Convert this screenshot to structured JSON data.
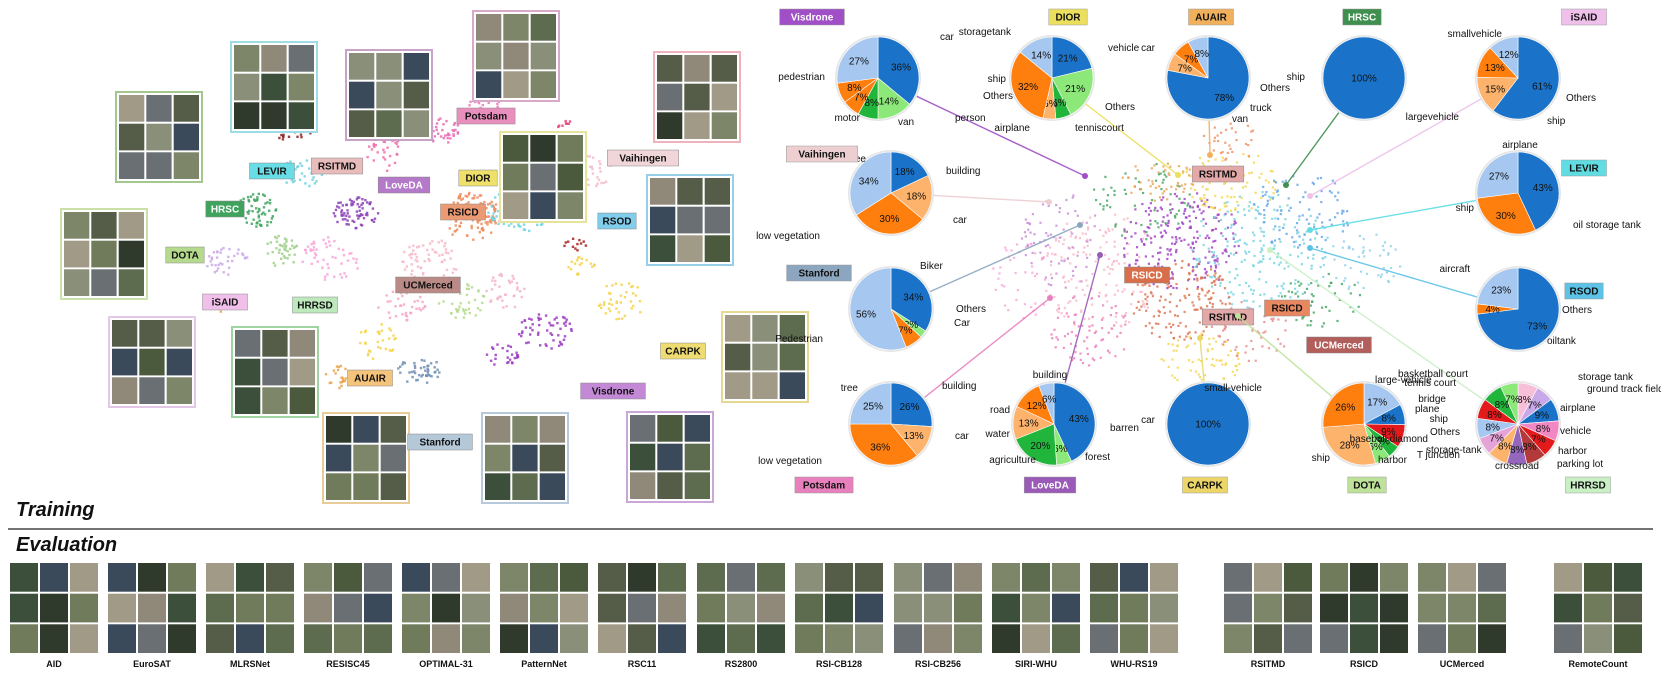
{
  "sections": {
    "training": "Training",
    "evaluation": "Evaluation"
  },
  "tsne_labels": [
    {
      "text": "Potsdam",
      "color": "#e88fbd"
    },
    {
      "text": "RSITMD",
      "color": "#e9bcbc"
    },
    {
      "text": "LEVIR",
      "color": "#69dde6"
    },
    {
      "text": "LoveDA",
      "color": "#b479c9"
    },
    {
      "text": "DIOR",
      "color": "#eee06a"
    },
    {
      "text": "Vaihingen",
      "color": "#f0d6d8"
    },
    {
      "text": "HRSC",
      "color": "#3fa35e"
    },
    {
      "text": "RSICD",
      "color": "#ec9a73"
    },
    {
      "text": "RSOD",
      "color": "#80cdec"
    },
    {
      "text": "DOTA",
      "color": "#b5da8d"
    },
    {
      "text": "UCMerced",
      "color": "#b98a86"
    },
    {
      "text": "iSAID",
      "color": "#f1c0ea"
    },
    {
      "text": "HRRSD",
      "color": "#bde9bd"
    },
    {
      "text": "CARPK",
      "color": "#eedc72"
    },
    {
      "text": "AUAIR",
      "color": "#f4c37c"
    },
    {
      "text": "Visdrone",
      "color": "#c489d6"
    },
    {
      "text": "Stanford",
      "color": "#b4c8d8"
    }
  ],
  "center_labels": [
    {
      "text": "RSITMD",
      "color": "#e3a9a8"
    },
    {
      "text": "RSICD",
      "color": "#d96f4a"
    },
    {
      "text": "RSITMD",
      "color": "#e3a9a8"
    },
    {
      "text": "RSICD",
      "color": "#e98860"
    },
    {
      "text": "UCMerced",
      "color": "#b25e5a"
    }
  ],
  "chart_data": [
    {
      "type": "pie",
      "title": "Visdrone",
      "title_color": "#a04fc6",
      "slices": [
        {
          "label": "car",
          "value": 36
        },
        {
          "label": "Others",
          "value": 14
        },
        {
          "label": "person",
          "value": 8
        },
        {
          "label": "van",
          "value": 7
        },
        {
          "label": "motor",
          "value": 8
        },
        {
          "label": "pedestrian",
          "value": 27
        }
      ]
    },
    {
      "type": "pie",
      "title": "DIOR",
      "title_color": "#ecdf5e",
      "slices": [
        {
          "label": "vehicle",
          "value": 21
        },
        {
          "label": "Others",
          "value": 21
        },
        {
          "label": "tenniscourt",
          "value": 6
        },
        {
          "label": "airplane",
          "value": 5
        },
        {
          "label": "ship",
          "value": 32
        },
        {
          "label": "storagetank",
          "value": 14
        }
      ]
    },
    {
      "type": "pie",
      "title": "AUAIR",
      "title_color": "#f1b15c",
      "slices": [
        {
          "label": "car",
          "value": 78
        },
        {
          "label": "Others",
          "value": 7
        },
        {
          "label": "truck",
          "value": 7
        },
        {
          "label": "van",
          "value": 8
        }
      ]
    },
    {
      "type": "pie",
      "title": "HRSC",
      "title_color": "#3f8f4f",
      "slices": [
        {
          "label": "ship",
          "value": 100
        }
      ]
    },
    {
      "type": "pie",
      "title": "iSAID",
      "title_color": "#eec0ea",
      "slices": [
        {
          "label": "smallvehicle",
          "value": 61
        },
        {
          "label": "Others",
          "value": 15
        },
        {
          "label": "ship",
          "value": 13
        },
        {
          "label": "largevehicle",
          "value": 12
        }
      ]
    },
    {
      "type": "pie",
      "title": "Vaihingen",
      "title_color": "#edcfd2",
      "slices": [
        {
          "label": "building",
          "value": 18
        },
        {
          "label": "car",
          "value": 18
        },
        {
          "label": "low vegetation",
          "value": 30
        },
        {
          "label": "tree",
          "value": 34
        }
      ]
    },
    {
      "type": "pie",
      "title": "LEVIR",
      "title_color": "#5fdde3",
      "slices": [
        {
          "label": "airplane",
          "value": 43
        },
        {
          "label": "oil storage tank",
          "value": 30
        },
        {
          "label": "ship",
          "value": 27
        }
      ]
    },
    {
      "type": "pie",
      "title": "Stanford",
      "title_color": "#8da6c0",
      "slices": [
        {
          "label": "Biker",
          "value": 34
        },
        {
          "label": "Others",
          "value": 3
        },
        {
          "label": "Car",
          "value": 7
        },
        {
          "label": "Pedestrian",
          "value": 56
        }
      ]
    },
    {
      "type": "pie",
      "title": "RSOD",
      "title_color": "#5cc3e6",
      "slices": [
        {
          "label": "aircraft",
          "value": 73
        },
        {
          "label": "Others",
          "value": 4
        },
        {
          "label": "oiltank",
          "value": 23
        }
      ]
    },
    {
      "type": "pie",
      "title": "Potsdam",
      "title_color": "#e880bd",
      "slices": [
        {
          "label": "building",
          "value": 26
        },
        {
          "label": "car",
          "value": 13
        },
        {
          "label": "low vegetation",
          "value": 36
        },
        {
          "label": "tree",
          "value": 25
        }
      ]
    },
    {
      "type": "pie",
      "title": "LoveDA",
      "title_color": "#9a5bb8",
      "slices": [
        {
          "label": "building",
          "value": 43
        },
        {
          "label": "barren",
          "value": 6
        },
        {
          "label": "forest",
          "value": 20
        },
        {
          "label": "agriculture",
          "value": 13
        },
        {
          "label": "water",
          "value": 12
        },
        {
          "label": "road",
          "value": 6
        }
      ]
    },
    {
      "type": "pie",
      "title": "CARPK",
      "title_color": "#ecd66a",
      "slices": [
        {
          "label": "car",
          "value": 100
        }
      ]
    },
    {
      "type": "pie",
      "title": "DOTA",
      "title_color": "#bfe29a",
      "slices": [
        {
          "label": "large-vehicle",
          "value": 17
        },
        {
          "label": "plane",
          "value": 8
        },
        {
          "label": "Others",
          "value": 9
        },
        {
          "label": "storage-tank",
          "value": 5
        },
        {
          "label": "harbor",
          "value": 6
        },
        {
          "label": "ship",
          "value": 28
        },
        {
          "label": "small-vehicle",
          "value": 26
        }
      ]
    },
    {
      "type": "pie",
      "title": "HRRSD",
      "title_color": "#c9efc5",
      "slices": [
        {
          "label": "storage tank",
          "value": 8
        },
        {
          "label": "ground track field",
          "value": 7
        },
        {
          "label": "airplane",
          "value": 9
        },
        {
          "label": "vehicle",
          "value": 8
        },
        {
          "label": "harbor",
          "value": 7
        },
        {
          "label": "parking lot",
          "value": 8
        },
        {
          "label": "crossroad",
          "value": 8
        },
        {
          "label": "T junction",
          "value": 8
        },
        {
          "label": "baseball diamond",
          "value": 7
        },
        {
          "label": "ship",
          "value": 8
        },
        {
          "label": "bridge",
          "value": 8
        },
        {
          "label": "tennis court",
          "value": 8
        },
        {
          "label": "basketball court",
          "value": 7
        }
      ]
    }
  ],
  "evaluation_datasets": [
    "AID",
    "EuroSAT",
    "MLRSNet",
    "RESISC45",
    "OPTIMAL-31",
    "PatternNet",
    "RSC11",
    "RS2800",
    "RSI-CB128",
    "RSI-CB256",
    "SIRI-WHU",
    "WHU-RS19",
    "RSITMD",
    "RSICD",
    "UCMerced",
    "RemoteCount"
  ]
}
